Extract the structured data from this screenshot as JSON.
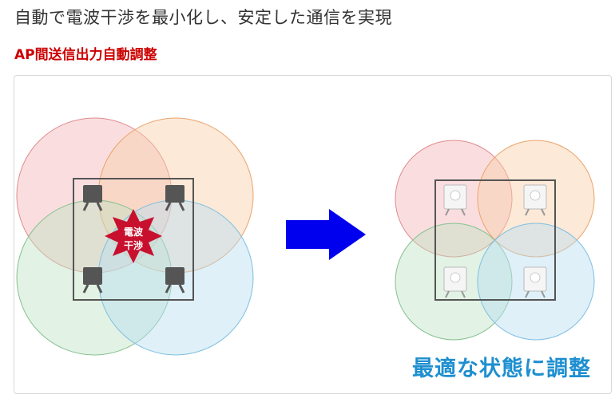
{
  "header": {
    "title": "自動で電波干渉を最小化し、安定した通信を実現",
    "subtitle": "AP間送信出力自動調整"
  },
  "diagram": {
    "before": {
      "burst_line1": "電波",
      "burst_line2": "干渉"
    },
    "after": {
      "label": "最適な状態に調整"
    },
    "colors": {
      "title": "#333333",
      "subtitle": "#cc0000",
      "arrow": "#0000ee",
      "burst": "#c8102e",
      "label": "#1e8fd0",
      "circle_red": "#f4b6b8",
      "circle_orange": "#f9cfa8",
      "circle_green": "#bfe2c4",
      "circle_blue": "#b8def1"
    }
  }
}
